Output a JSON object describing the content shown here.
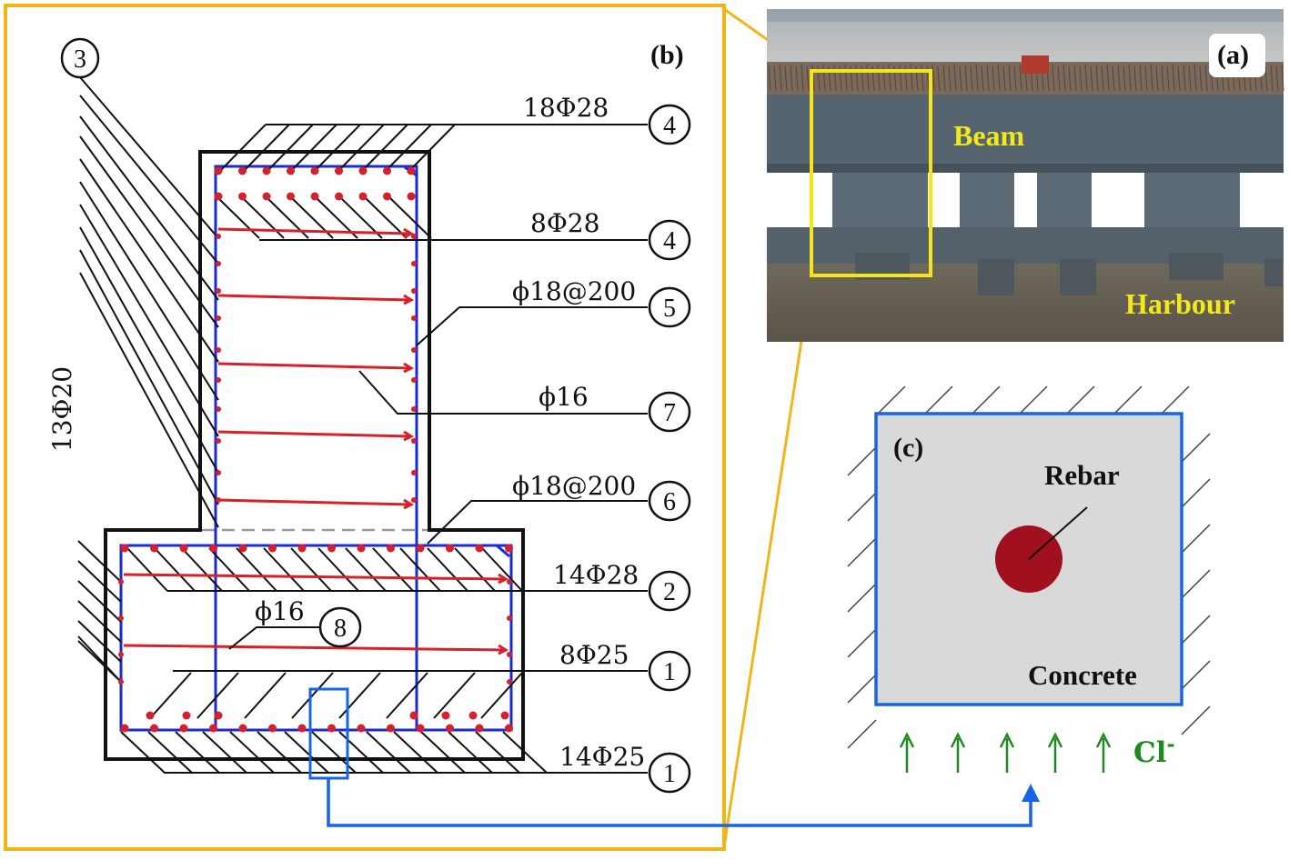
{
  "panels": {
    "b": {
      "label": "(b)",
      "vertical_label": "13Φ20",
      "callouts": [
        {
          "id": "c4a",
          "text": "18Φ28",
          "num": "4"
        },
        {
          "id": "c4b",
          "text": "8Φ28",
          "num": "4"
        },
        {
          "id": "c5",
          "text": "ϕ18@200",
          "num": "5"
        },
        {
          "id": "c7",
          "text": "ϕ16",
          "num": "7"
        },
        {
          "id": "c6",
          "text": "ϕ18@200",
          "num": "6"
        },
        {
          "id": "c2",
          "text": "14Φ28",
          "num": "2"
        },
        {
          "id": "c1a",
          "text": "8Φ25",
          "num": "1"
        },
        {
          "id": "c1b",
          "text": "14Φ25",
          "num": "1"
        }
      ],
      "left_marker": "3",
      "inner_callout": {
        "text": "ϕ16",
        "num": "8"
      }
    },
    "a": {
      "label": "(a)",
      "beam_label": "Beam",
      "harbour_label": "Harbour"
    },
    "c": {
      "label": "(c)",
      "rebar_label": "Rebar",
      "concrete_label": "Concrete",
      "chloride_label": "Cl",
      "chloride_superscript": "-"
    }
  },
  "colors": {
    "frame": "#F2B418",
    "stirrup_blue": "#1A2BD6",
    "rebar_red": "#D8202A",
    "link_blue": "#1565E6",
    "highlight_yellow": "#F5E61A",
    "photo_text_yellow": "#F3E81C",
    "rebar_dark_red": "#A0101E",
    "concrete_gray": "#D9D9D9",
    "chloride_green": "#1F8A1F"
  }
}
